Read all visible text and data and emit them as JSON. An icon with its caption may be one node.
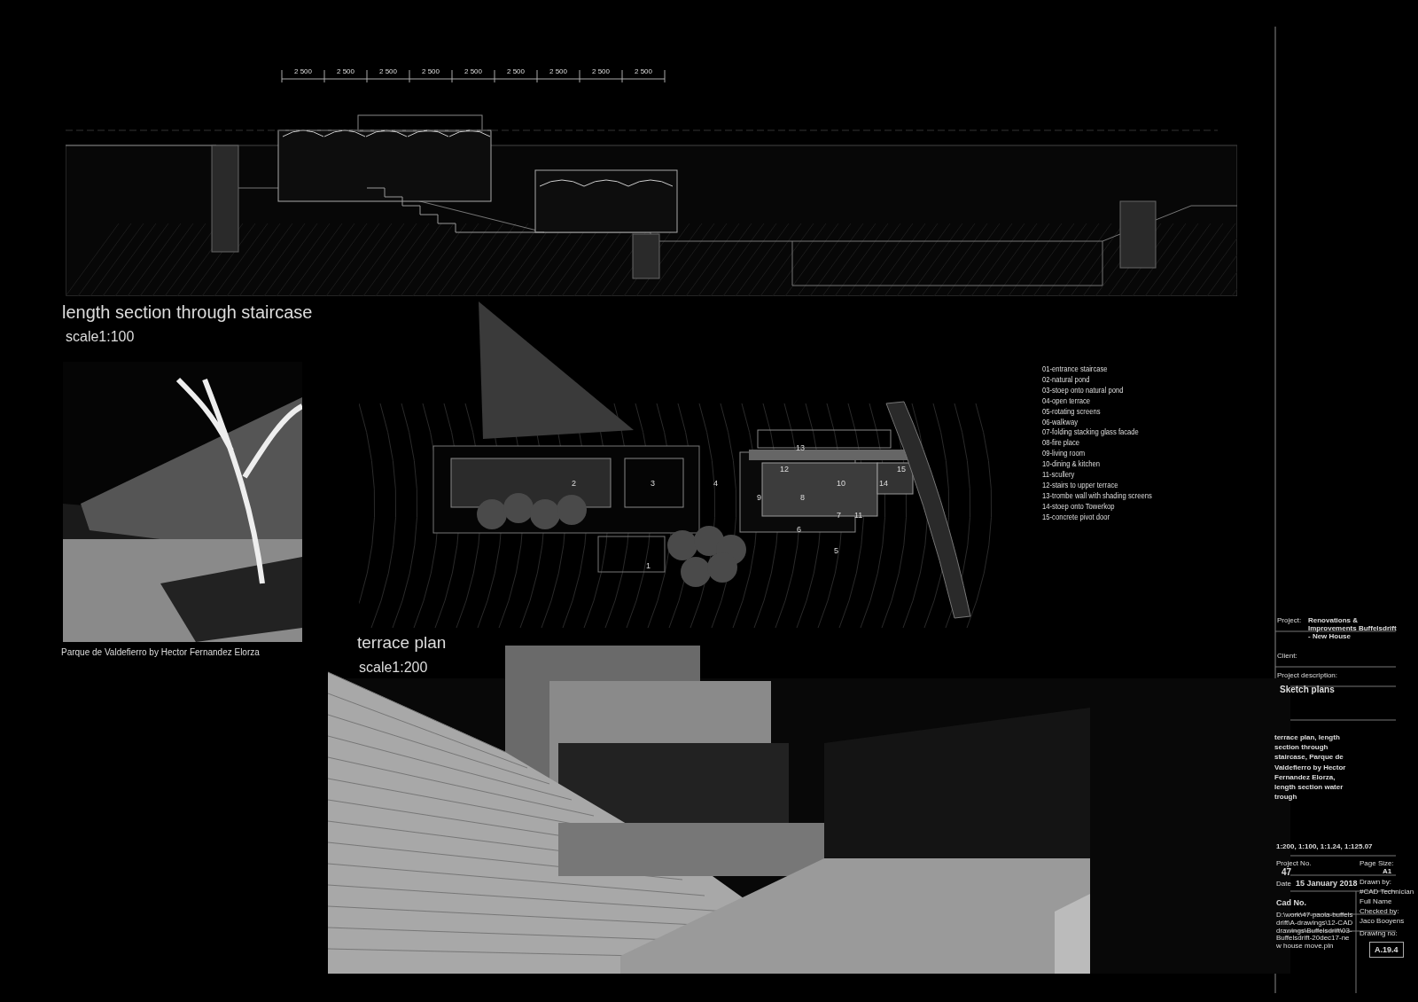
{
  "diagram": {
    "labels": [
      "2 500",
      "2 500",
      "2 500",
      "2 500",
      "2 500",
      "2 500",
      "2 500",
      "2 500",
      "2 500",
      "length section through staircase",
      "scale1:100",
      "01-entrance staircase",
      "02-natural pond",
      "03-stoep onto natural pond",
      "04-open terrace",
      "05-rotating  screens",
      "06-walkway",
      "07-folding stacking glass facade",
      "08-fire place",
      "09-living room",
      "10-dining & kitchen",
      "11-scullery",
      "12-stairs to upper terrace",
      "13-trombe wall with shading screens",
      "14-stoep onto Towerkop",
      "15-concrete pivot door",
      "13",
      "12",
      "15",
      "2",
      "3",
      "4",
      "10",
      "14",
      "9",
      "8",
      "7",
      "11",
      "6",
      "5",
      "1",
      "Parque de Valdefierro by Hector Fernandez Elorza",
      "terrace plan",
      "scale1:200",
      "Project:",
      "Renovations & Improvements Buffelsdrift - New House",
      "Client:",
      "Project description:",
      "Sketch plans",
      "terrace plan, length section through staircase, Parque de Valdefierro by Hector Fernandez Elorza, length section water trough",
      "1:200, 1:100, 1:1.24, 1:125.07",
      "Project No.",
      "47",
      "Page Size:",
      "A1",
      "Date",
      "15 January 2018",
      "Drawn by:",
      "#CAD Technician",
      "Full Name",
      "Checked by:",
      "Jaco Booyens",
      "Cad No.",
      "D:\\work\\47-paola-buffelsdrift\\A-drawings\\12-CAD drawings\\Buffelsdrift\\03-Buffelsdrift-20dec17-new house move.pln",
      "Drawing no:",
      "A.19.4"
    ]
  }
}
